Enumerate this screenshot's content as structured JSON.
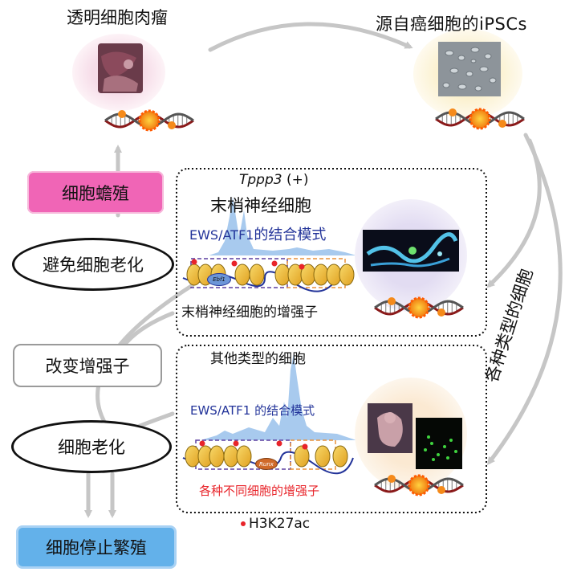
{
  "top": {
    "left_title": "透明细胞肉瘤",
    "right_title": "源自癌细胞的iPSCs"
  },
  "left_column": {
    "proliferation": "细胞蟾殖",
    "avoid_senescence": "避免细胞老化",
    "change_enhancer": "改变增强子",
    "senescence": "细胞老化",
    "stop_proliferation": "细胞停止繁殖"
  },
  "right_arrow_label": "各种类型的细胞",
  "panel_top": {
    "gene_italic": "Tppp3",
    "gene_suffix": " (+)",
    "cell_type": "末梢神经细胞",
    "binding_prefix": "EWS/ATF1",
    "binding_suffix": "的结合模式",
    "enhancer_label": "末梢神经细胞的增强子",
    "factor": "Ebf1"
  },
  "panel_bottom": {
    "cell_type": "其他类型的细胞",
    "binding": "EWS/ATF1 的结合模式",
    "enhancer_label": "各种不同细胞的增强子",
    "factor": "Runx"
  },
  "legend": {
    "marker": "H3K27ac"
  },
  "colors": {
    "pink": "#f060b0",
    "blue": "#6aaee8",
    "red": "#e8242a",
    "navy": "#223399",
    "arrow": "#c6c6c6"
  }
}
